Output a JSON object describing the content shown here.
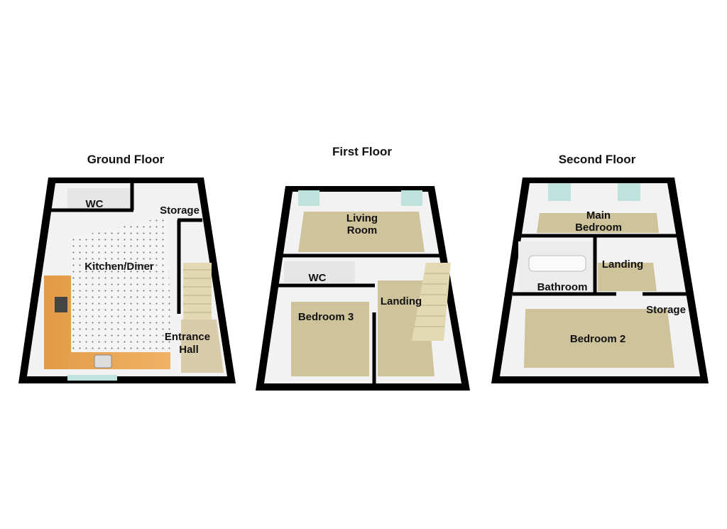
{
  "floors": [
    {
      "title": "Ground Floor",
      "rooms": [
        "WC",
        "Storage",
        "Kitchen/Diner",
        "Entrance",
        "Hall"
      ]
    },
    {
      "title": "First Floor",
      "rooms": [
        "Living",
        "Room",
        "WC",
        "Landing",
        "Bedroom 3"
      ]
    },
    {
      "title": "Second Floor",
      "rooms": [
        "Main",
        "Bedroom",
        "Landing",
        "Bathroom",
        "Storage",
        "Bedroom 2"
      ]
    }
  ],
  "colors": {
    "wall": "#000000",
    "carpet": "#cfc39c",
    "counter": "#e8a24f",
    "window": "#bfe3dc"
  }
}
